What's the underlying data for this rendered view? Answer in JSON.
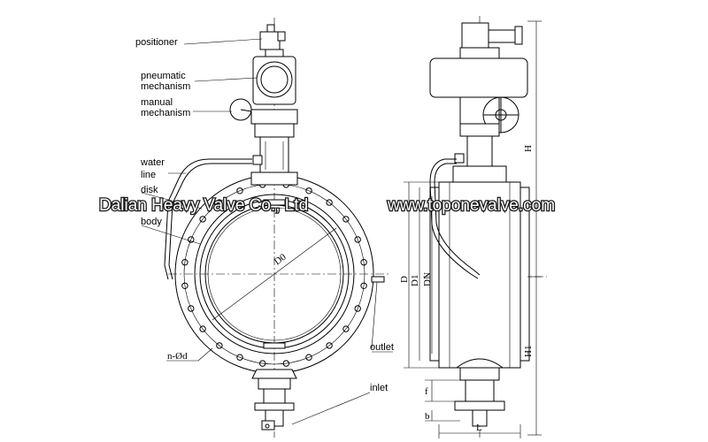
{
  "labels": {
    "positioner": "positioner",
    "pneumatic_1": "pneumatic",
    "pneumatic_2": "mechanism",
    "manual_1": "manual",
    "manual_2": "mechanism",
    "water_1": "water",
    "water_2": "line",
    "disk": "disk",
    "body": "body",
    "n_d": "n-Ød",
    "outlet": "outlet",
    "inlet": "inlet"
  },
  "dimensions": {
    "D0": "D0",
    "D": "D",
    "D1": "D1",
    "DN": "DN",
    "H": "H",
    "H1": "H1",
    "f": "f",
    "b": "b",
    "L": "L"
  },
  "watermark": {
    "company": "Dalian Heavy Valve Co., Ltd",
    "website": "www.toponevalve.com"
  }
}
